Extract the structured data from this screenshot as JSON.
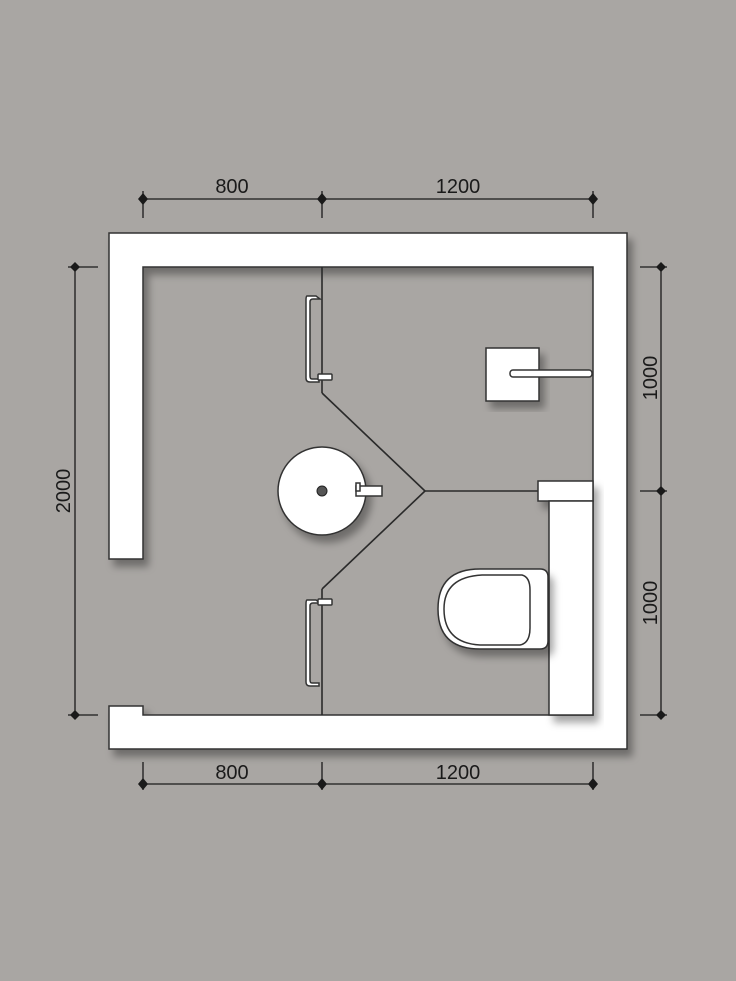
{
  "plan": {
    "dimensions": {
      "top_left": "800",
      "top_right": "1200",
      "bottom_left": "800",
      "bottom_right": "1200",
      "left_height": "2000",
      "right_upper": "1000",
      "right_lower": "1000"
    },
    "colors": {
      "background": "#a9a6a3",
      "wall": "#ffffff",
      "line": "#1a1a1a"
    }
  }
}
